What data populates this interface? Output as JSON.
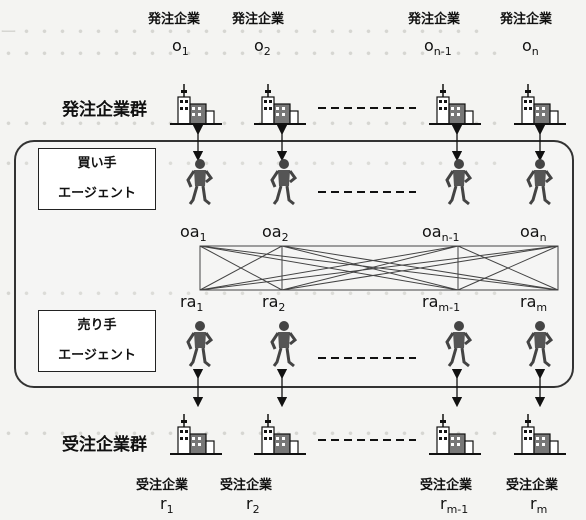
{
  "top_headers": [
    "発注企業",
    "発注企業",
    "発注企業",
    "発注企業"
  ],
  "orderer_labels": [
    {
      "base": "o",
      "sub": "1"
    },
    {
      "base": "o",
      "sub": "2"
    },
    {
      "base": "o",
      "sub": "n-1"
    },
    {
      "base": "o",
      "sub": "n"
    }
  ],
  "orderer_group": "発注企業群",
  "buyer_agent": {
    "line1": "買い手",
    "line2": "エージェント"
  },
  "buyer_agent_labels": [
    {
      "base": "oa",
      "sub": "1"
    },
    {
      "base": "oa",
      "sub": "2"
    },
    {
      "base": "oa",
      "sub": "n-1"
    },
    {
      "base": "oa",
      "sub": "n"
    }
  ],
  "seller_agent": {
    "line1": "売り手",
    "line2": "エージェント"
  },
  "seller_agent_labels": [
    {
      "base": "ra",
      "sub": "1"
    },
    {
      "base": "ra",
      "sub": "2"
    },
    {
      "base": "ra",
      "sub": "m-1"
    },
    {
      "base": "ra",
      "sub": "m"
    }
  ],
  "contractor_group": "受注企業群",
  "bottom_headers": [
    "受注企業",
    "受注企業",
    "受注企業",
    "受注企業"
  ],
  "contractor_labels": [
    {
      "base": "r",
      "sub": "1"
    },
    {
      "base": "r",
      "sub": "2"
    },
    {
      "base": "r",
      "sub": "m-1"
    },
    {
      "base": "r",
      "sub": "m"
    }
  ]
}
